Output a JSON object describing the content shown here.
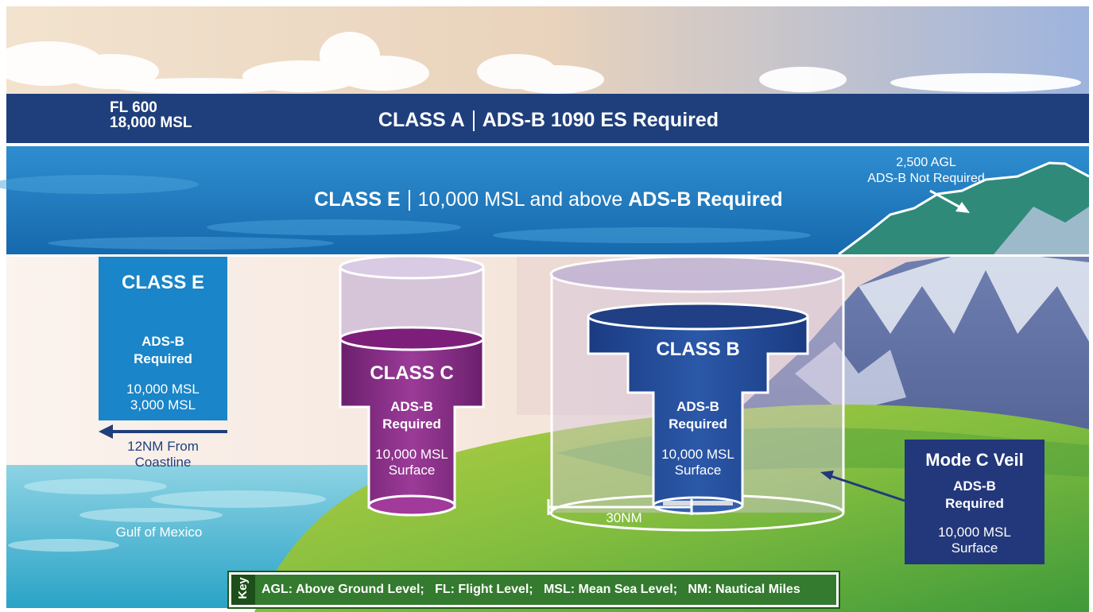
{
  "class_a": {
    "altitude_top": "FL 600",
    "altitude_bottom": "18,000 MSL",
    "name": "CLASS A",
    "requirement": "ADS-B 1090 ES Required"
  },
  "class_e_upper": {
    "name": "CLASS E",
    "altitude": "10,000 MSL and above",
    "requirement": "ADS-B Required",
    "mountain_note_1": "2,500 AGL",
    "mountain_note_2": "ADS-B Not Required"
  },
  "class_e_offshore": {
    "name": "CLASS E",
    "req_1": "ADS-B",
    "req_2": "Required",
    "alt_top": "10,000 MSL",
    "alt_bottom": "3,000 MSL",
    "distance_1": "12NM From",
    "distance_2": "Coastline",
    "water_label": "Gulf of Mexico"
  },
  "class_c": {
    "name": "CLASS C",
    "req_1": "ADS-B",
    "req_2": "Required",
    "alt_top": "10,000 MSL",
    "alt_bottom": "Surface"
  },
  "class_b": {
    "name": "CLASS B",
    "req_1": "ADS-B",
    "req_2": "Required",
    "alt_top": "10,000 MSL",
    "alt_bottom": "Surface",
    "radius_label": "30NM"
  },
  "mode_c_veil": {
    "name": "Mode C Veil",
    "req_1": "ADS-B",
    "req_2": "Required",
    "alt_top": "10,000 MSL",
    "alt_bottom": "Surface"
  },
  "key": {
    "title": "Key",
    "text": "AGL: Above Ground Level;   FL: Flight Level;   MSL: Mean Sea Level;   NM: Nautical Miles"
  },
  "colors": {
    "class_a": "#1f3f7c",
    "class_e": "#1a82c4",
    "class_c": "#7d2a7e",
    "class_b": "#22448f",
    "mode_c": "#23387a",
    "ground": "#6db63e",
    "water": "#52b6d2",
    "key": "#347a2f"
  }
}
